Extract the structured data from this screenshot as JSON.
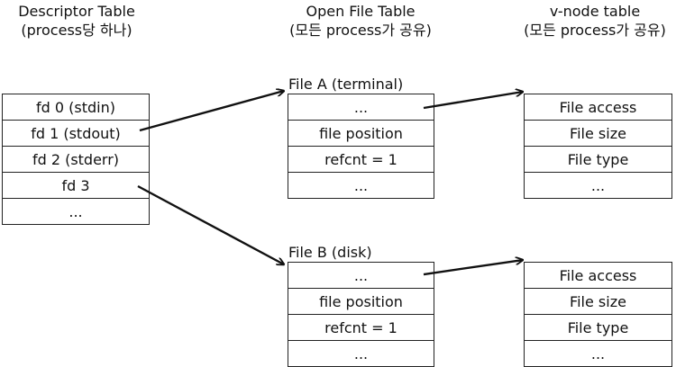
{
  "headings": {
    "descriptor": {
      "line1": "Descriptor Table",
      "line2": "(process당 하나)"
    },
    "open_file": {
      "line1": "Open File Table",
      "line2": "(모든 process가 공유)"
    },
    "vnode": {
      "line1": "v-node table",
      "line2": "(모든 process가 공유)"
    }
  },
  "descriptor_table": {
    "rows": [
      "fd 0 (stdin)",
      "fd 1 (stdout)",
      "fd 2 (stderr)",
      "fd 3",
      "..."
    ]
  },
  "file_a": {
    "label": "File A (terminal)",
    "rows": [
      "...",
      "file position",
      "refcnt = 1",
      "..."
    ]
  },
  "file_b": {
    "label": "File B (disk)",
    "rows": [
      "...",
      "file position",
      "refcnt = 1",
      "..."
    ]
  },
  "vnode_a": {
    "rows": [
      "File access",
      "File size",
      "File type",
      "..."
    ]
  },
  "vnode_b": {
    "rows": [
      "File access",
      "File size",
      "File type",
      "..."
    ]
  }
}
